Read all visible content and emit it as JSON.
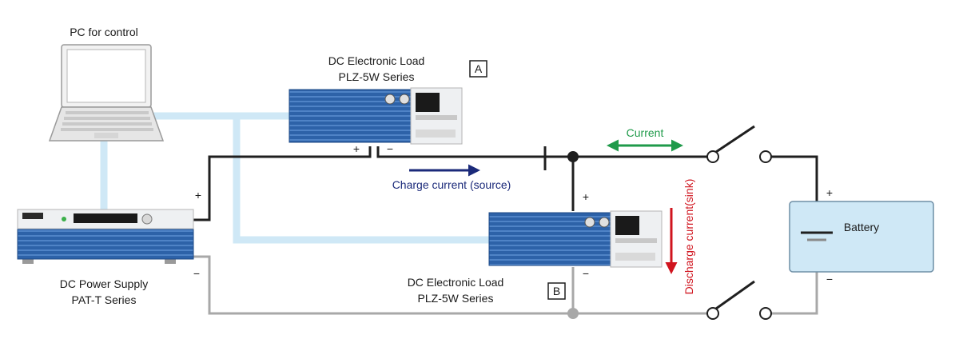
{
  "pc": {
    "label": "PC for control"
  },
  "load_a": {
    "line1": "DC Electronic Load",
    "line2": "PLZ-5W Series",
    "tag": "A",
    "plus": "+",
    "minus": "−"
  },
  "load_b": {
    "line1": "DC Electronic Load",
    "line2": "PLZ-5W Series",
    "tag": "B",
    "plus": "+",
    "minus": "−"
  },
  "psu": {
    "line1": "DC Power Supply",
    "line2": "PAT-T Series",
    "plus": "+",
    "minus": "−"
  },
  "battery": {
    "label": "Battery",
    "plus": "+",
    "minus": "−"
  },
  "arrows": {
    "current": "Current",
    "charge": "Charge current (source)",
    "discharge": "Discharge current(sink)"
  },
  "colors": {
    "wire_pos": "#1f1f1f",
    "wire_neg": "#a8a8a8",
    "control_link": "#cfe8f6",
    "current_arrow": "#1f9a4a",
    "charge_arrow": "#1b2a7a",
    "discharge_arrow": "#d0141e",
    "battery_fill": "#cfe8f6",
    "instrument_blue": "#2d62a8"
  }
}
